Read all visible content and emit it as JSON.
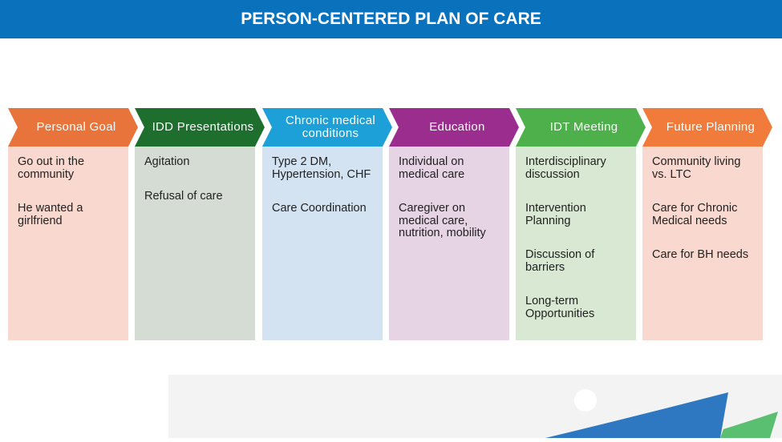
{
  "title": "PERSON-CENTERED PLAN OF CARE",
  "columns": [
    {
      "header": "Personal Goal",
      "color": "#E8743B",
      "bg": "#F8D8CF",
      "items": [
        "Go out in the community",
        "He wanted a girlfriend"
      ]
    },
    {
      "header": "IDD Presentations",
      "color": "#1E6E2E",
      "bg": "#D5DCD4",
      "items": [
        "Agitation",
        "Refusal of care"
      ]
    },
    {
      "header": "Chronic medical conditions",
      "color": "#1DA0D8",
      "bg": "#D3E3F1",
      "items": [
        "Type 2 DM, Hypertension, CHF",
        "Care Coordination"
      ]
    },
    {
      "header": "Education",
      "color": "#9B2D8E",
      "bg": "#E6D3E4",
      "items": [
        "Individual on medical care",
        "Caregiver on medical care, nutrition, mobility"
      ]
    },
    {
      "header": "IDT Meeting",
      "color": "#4DB04A",
      "bg": "#D8E8D3",
      "items": [
        "Interdisciplinary discussion",
        "Intervention Planning",
        "Discussion of barriers",
        "Long-term Opportunities"
      ]
    },
    {
      "header": "Future Planning",
      "color": "#F07B3A",
      "bg": "#F8D8CF",
      "items": [
        "Community living vs. LTC",
        "Care for Chronic Medical needs",
        "Care for BH needs"
      ]
    }
  ]
}
